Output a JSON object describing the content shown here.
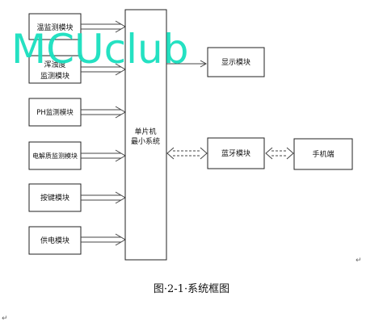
{
  "diagram": {
    "watermark": "MCUclub",
    "mcu_lines": [
      "单片机",
      "最小系统"
    ],
    "input_modules": [
      {
        "id": "temp",
        "lines": [
          "温监测模块"
        ]
      },
      {
        "id": "turbidity",
        "lines": [
          "浑浊度",
          "监测模块"
        ]
      },
      {
        "id": "ph",
        "lines": [
          "PH监测模块"
        ]
      },
      {
        "id": "electrolyte",
        "lines": [
          "电解质监测模块"
        ]
      },
      {
        "id": "keys",
        "lines": [
          "按键模块"
        ]
      },
      {
        "id": "power",
        "lines": [
          "供电模块"
        ]
      }
    ],
    "display_module": "显示模块",
    "bluetooth_module": "蓝牙模块",
    "phone_module": "手机端"
  },
  "caption": "图·2-1·系统框图",
  "paragraph_mark": "↵",
  "colors": {
    "watermark": "#19e0bf",
    "box_border": "#222222",
    "arrow": "#444444"
  }
}
